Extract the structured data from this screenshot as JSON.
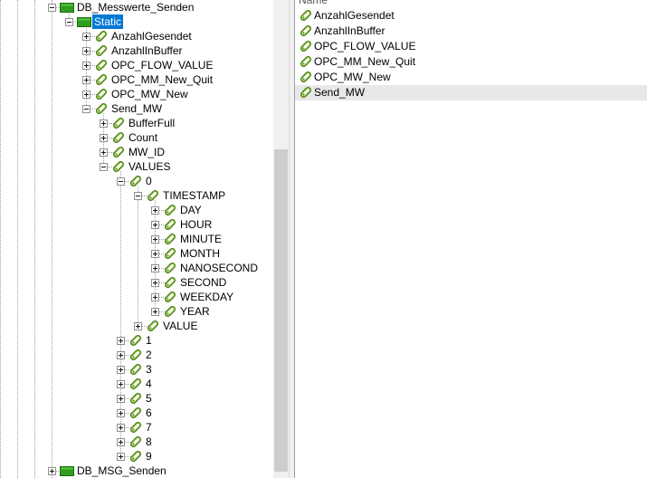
{
  "colors": {
    "selection": "#0078d7",
    "folder_icon": "#2f9e1f",
    "tag_icon": "#7dba2a",
    "row_highlight": "#e8e8e8"
  },
  "tree": {
    "nodes": [
      {
        "label": "DB_Messwerte_Senden",
        "level": 3,
        "icon": "db-folder-icon",
        "expander": "expanded"
      },
      {
        "label": "Static",
        "level": 4,
        "icon": "db-folder-icon",
        "expander": "expanded",
        "selected": true
      },
      {
        "label": "AnzahlGesendet",
        "level": 5,
        "icon": "tag-icon",
        "expander": "collapsed"
      },
      {
        "label": "AnzahlInBuffer",
        "level": 5,
        "icon": "tag-icon",
        "expander": "collapsed"
      },
      {
        "label": "OPC_FLOW_VALUE",
        "level": 5,
        "icon": "tag-icon",
        "expander": "collapsed"
      },
      {
        "label": "OPC_MM_New_Quit",
        "level": 5,
        "icon": "tag-icon",
        "expander": "collapsed"
      },
      {
        "label": "OPC_MW_New",
        "level": 5,
        "icon": "tag-icon",
        "expander": "collapsed"
      },
      {
        "label": "Send_MW",
        "level": 5,
        "icon": "tag-icon",
        "expander": "expanded"
      },
      {
        "label": "BufferFull",
        "level": 6,
        "icon": "tag-icon",
        "expander": "collapsed"
      },
      {
        "label": "Count",
        "level": 6,
        "icon": "tag-icon",
        "expander": "collapsed"
      },
      {
        "label": "MW_ID",
        "level": 6,
        "icon": "tag-icon",
        "expander": "collapsed"
      },
      {
        "label": "VALUES",
        "level": 6,
        "icon": "tag-icon",
        "expander": "expanded"
      },
      {
        "label": "0",
        "level": 7,
        "icon": "tag-icon",
        "expander": "expanded"
      },
      {
        "label": "TIMESTAMP",
        "level": 8,
        "icon": "tag-icon",
        "expander": "expanded"
      },
      {
        "label": "DAY",
        "level": 9,
        "icon": "tag-icon",
        "expander": "collapsed"
      },
      {
        "label": "HOUR",
        "level": 9,
        "icon": "tag-icon",
        "expander": "collapsed"
      },
      {
        "label": "MINUTE",
        "level": 9,
        "icon": "tag-icon",
        "expander": "collapsed"
      },
      {
        "label": "MONTH",
        "level": 9,
        "icon": "tag-icon",
        "expander": "collapsed"
      },
      {
        "label": "NANOSECOND",
        "level": 9,
        "icon": "tag-icon",
        "expander": "collapsed"
      },
      {
        "label": "SECOND",
        "level": 9,
        "icon": "tag-icon",
        "expander": "collapsed"
      },
      {
        "label": "WEEKDAY",
        "level": 9,
        "icon": "tag-icon",
        "expander": "collapsed"
      },
      {
        "label": "YEAR",
        "level": 9,
        "icon": "tag-icon",
        "expander": "collapsed"
      },
      {
        "label": "VALUE",
        "level": 8,
        "icon": "tag-icon",
        "expander": "collapsed"
      },
      {
        "label": "1",
        "level": 7,
        "icon": "tag-icon",
        "expander": "collapsed"
      },
      {
        "label": "2",
        "level": 7,
        "icon": "tag-icon",
        "expander": "collapsed"
      },
      {
        "label": "3",
        "level": 7,
        "icon": "tag-icon",
        "expander": "collapsed"
      },
      {
        "label": "4",
        "level": 7,
        "icon": "tag-icon",
        "expander": "collapsed"
      },
      {
        "label": "5",
        "level": 7,
        "icon": "tag-icon",
        "expander": "collapsed"
      },
      {
        "label": "6",
        "level": 7,
        "icon": "tag-icon",
        "expander": "collapsed"
      },
      {
        "label": "7",
        "level": 7,
        "icon": "tag-icon",
        "expander": "collapsed"
      },
      {
        "label": "8",
        "level": 7,
        "icon": "tag-icon",
        "expander": "collapsed"
      },
      {
        "label": "9",
        "level": 7,
        "icon": "tag-icon",
        "expander": "collapsed"
      },
      {
        "label": "DB_MSG_Senden",
        "level": 3,
        "icon": "db-folder-icon",
        "expander": "collapsed"
      }
    ]
  },
  "list": {
    "header": "Name",
    "items": [
      {
        "label": "AnzahlGesendet",
        "icon": "tag-icon"
      },
      {
        "label": "AnzahlInBuffer",
        "icon": "tag-icon"
      },
      {
        "label": "OPC_FLOW_VALUE",
        "icon": "tag-icon"
      },
      {
        "label": "OPC_MM_New_Quit",
        "icon": "tag-icon"
      },
      {
        "label": "OPC_MW_New",
        "icon": "tag-icon"
      },
      {
        "label": "Send_MW",
        "icon": "tag-icon",
        "highlighted": true
      }
    ]
  }
}
